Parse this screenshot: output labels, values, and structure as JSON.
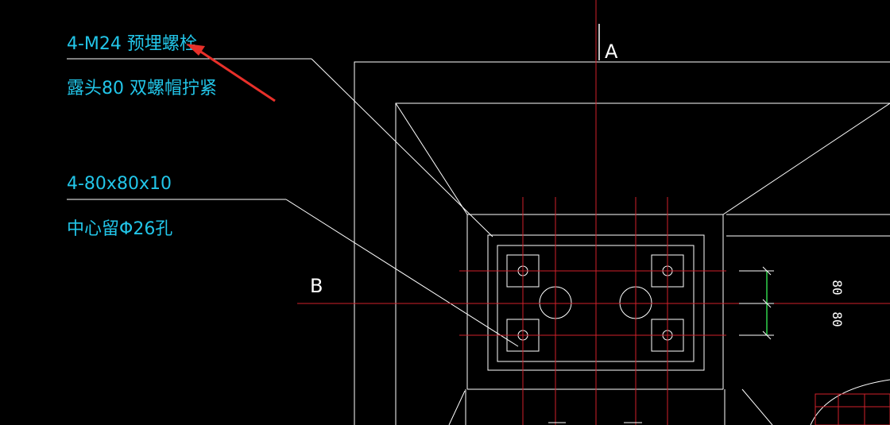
{
  "annotations": {
    "bolt_line1": "4-M24 预埋螺栓",
    "bolt_line2": "露头80  双螺帽拧紧",
    "plate_line1": "4-80x80x10",
    "plate_line2": "中心留Φ26孔"
  },
  "axes": {
    "vertical": "A",
    "horizontal": "B"
  },
  "dimensions": {
    "upper": "80",
    "lower": "80"
  },
  "colors": {
    "background": "#000000",
    "annotation_text": "#22c5e8",
    "geometry": "#ffffff",
    "center_lines": "#d0202a",
    "dimension_line": "#2fd24a",
    "arrow": "#e8302a"
  }
}
